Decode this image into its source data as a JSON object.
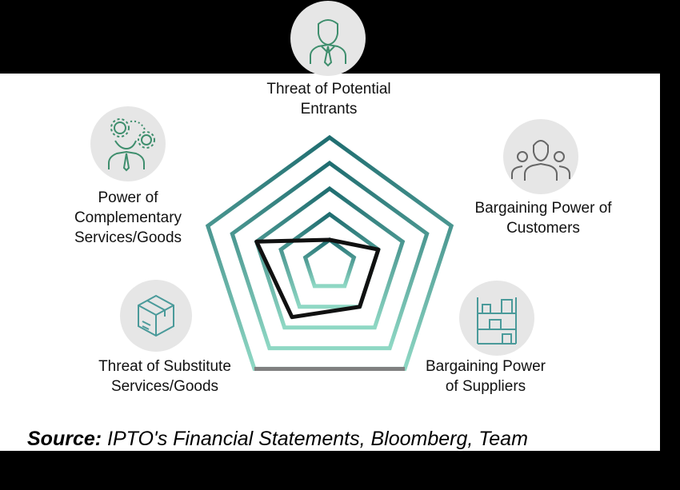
{
  "forces": [
    {
      "icon": "businessman-icon",
      "lines": [
        "Threat of Potential",
        "Entrants"
      ]
    },
    {
      "icon": "customers-group-icon",
      "lines": [
        "Bargaining Power of",
        "Customers"
      ]
    },
    {
      "icon": "warehouse-shelves-icon",
      "lines": [
        "Bargaining Power",
        "of Suppliers"
      ]
    },
    {
      "icon": "package-box-icon",
      "lines": [
        "Threat of Substitute",
        "Services/Goods"
      ]
    },
    {
      "icon": "gear-person-icon",
      "lines": [
        "Power of",
        "Complementary",
        "Services/Goods"
      ]
    }
  ],
  "scores": [
    1.0,
    2.0,
    2.0,
    2.5,
    3.0
  ],
  "scale_levels": 5,
  "colors": {
    "ring_top": "#1f6d70",
    "ring_bottom": "#8fd8c4",
    "outer_bottom": "#808080",
    "polygon": "#111111",
    "icon_bg": "#e6e6e6",
    "icon_green": "#3e8e6d",
    "icon_teal": "#4a9a9a"
  },
  "source": {
    "label": "Source:",
    "text": "IPTO's Financial Statements, Bloomberg, Team"
  }
}
